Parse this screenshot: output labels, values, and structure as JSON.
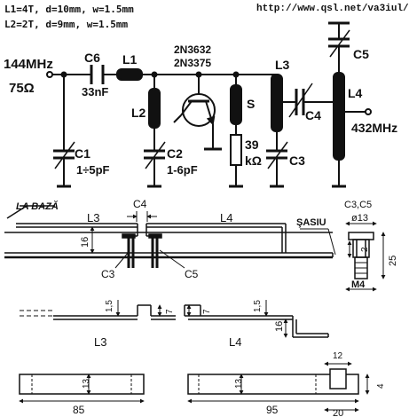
{
  "header": {
    "coil1": "L1=4T, d=10mm, w=1.5mm",
    "coil2": "L2=2T, d=9mm, w=1.5mm",
    "url": "http://www.qsl.net/va3iul/"
  },
  "schematic": {
    "input_freq": "144MHz",
    "input_imp": "75Ω",
    "c6": "C6",
    "c6_value": "33nF",
    "l1": "L1",
    "transistor_1": "2N3632",
    "transistor_2": "2N3375",
    "l2": "L2",
    "c1": "C1",
    "c1_value": "1÷5pF",
    "c2": "C2",
    "c2_value": "1-6pF",
    "s": "S",
    "r_value": "39",
    "r_unit": "kΩ",
    "l3": "L3",
    "c4": "C4",
    "c3": "C3",
    "c5": "C5",
    "l4": "L4",
    "output_freq": "432MHz"
  },
  "assembly": {
    "la_baza": "LA BAZĂ",
    "l3": "L3",
    "c4": "C4",
    "l4": "L4",
    "sasiu": "ŞASIU",
    "height_16": "16",
    "c3": "C3",
    "c5": "C5",
    "trimmer_label": "C3,C5",
    "trimmer_dia": "ø13",
    "dim_2": "2",
    "dim_25": "25",
    "dim_m4": "M4"
  },
  "side_views": {
    "dim_15_a": "1,5",
    "dim_7_a": "7",
    "l3": "L3",
    "dim_15_b": "1,5",
    "dim_7_b": "7",
    "dim_16": "16",
    "l4": "L4"
  },
  "plan_views": {
    "dim_13_a": "13",
    "dim_85": "85",
    "dim_13_b": "13",
    "dim_12": "12",
    "dim_4": "4",
    "dim_95": "95",
    "dim_20": "20"
  }
}
